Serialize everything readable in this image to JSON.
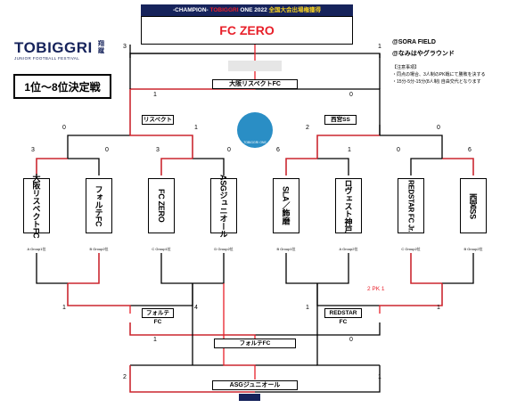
{
  "header": {
    "banner_prefix": "-CHAMPION-",
    "banner_brand": "TOBIGGRI",
    "banner_suffix": " ONE 2022",
    "banner_jp": "全国大会出場権獲得",
    "champion": "FC ZERO"
  },
  "logo": {
    "main": "TOBIGGRI",
    "kanji": "翔蹴",
    "sub": "JUNIOR FOOTBALL FESTIVAL"
  },
  "title": "1位～8位決定戦",
  "venue": {
    "field": "@SORA FIELD",
    "ground": "@なみはやグラウンド"
  },
  "notes": {
    "heading": "【注意事項】",
    "line1": "・同点の場合、3人制のPK戦にて勝敗を決する",
    "line2": "・15分-5分-15分(8人制) 自由交代となります"
  },
  "emblem_text": "TOBIGGRI ONE",
  "teams": [
    {
      "name": "大阪リスペクトFC",
      "group": "A Group1位"
    },
    {
      "name": "フォルテFC",
      "group": "B Group2位"
    },
    {
      "name": "FC ZERO",
      "group": "C Group1位"
    },
    {
      "name": "ASGジュニオール",
      "group": "D Group2位"
    },
    {
      "name": "SLA／飾磨",
      "group": "B Group1位"
    },
    {
      "name": "ロヴェスト神戸",
      "group": "A Group2位"
    },
    {
      "name": "REDSTAR FC Jr.",
      "group": "C Group2位"
    },
    {
      "name": "西宮SS",
      "group": "B Group2位"
    }
  ],
  "scores": {
    "r1": [
      "3",
      "0",
      "3",
      "0",
      "6",
      "1",
      "0",
      "6"
    ],
    "qf_top": [
      "0",
      "1",
      "2",
      "0"
    ],
    "sf_top": [
      "1",
      "0"
    ],
    "final_top": [
      "3",
      "1"
    ],
    "qf_bottom": [
      "1",
      "4",
      "1",
      "1"
    ],
    "sf_bottom": [
      "1",
      "0"
    ],
    "final_bottom": [
      "2",
      "1"
    ],
    "pk": "2 PK 1"
  },
  "winners": {
    "r1_top": [
      "リスペクト",
      "西宮SS"
    ],
    "sf": "大阪リスペクトFC",
    "r1_bottom_left": "フォルテFC",
    "r1_bottom_right": "REDSTAR FC",
    "third_place": "フォルテFC",
    "fifth_place": "ASGジュニオール"
  },
  "colors": {
    "red": "#e8202a",
    "navy": "#16235b",
    "teal": "#2a8ec5"
  }
}
